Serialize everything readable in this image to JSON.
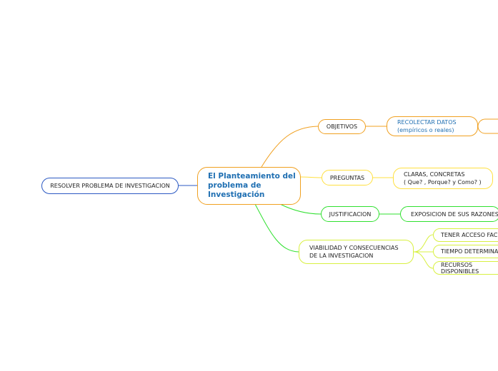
{
  "diagram": {
    "central_topic": "El Planteamiento del\nproblema de\nInvestigación",
    "left_topic": "RESOLVER PROBLEMA DE INVESTIGACION",
    "branches": {
      "objetivos": {
        "label": "OBJETIVOS",
        "child": "RECOLECTAR DATOS\n(empíricos o reales)"
      },
      "preguntas": {
        "label": "PREGUNTAS",
        "child": "CLARAS, CONCRETAS\n( Que? , Porque? y Como? )"
      },
      "justificacion": {
        "label": "JUSTIFICACION",
        "child": "EXPOSICION DE SUS RAZONES"
      },
      "viabilidad": {
        "label": "VIABILIDAD Y CONSECUENCIAS\nDE LA INVESTIGACION",
        "children": [
          "TENER ACCESO FACIL",
          "TIEMPO DETERMINADO",
          "RECURSOS DISPONIBLES"
        ]
      }
    }
  },
  "colors": {
    "left": "#2b59c3",
    "central": "#f0a020",
    "objetivos": "#f0a020",
    "preguntas": "#ffe040",
    "justificacion": "#2fe02f",
    "viabilidad": "#d8f040"
  }
}
